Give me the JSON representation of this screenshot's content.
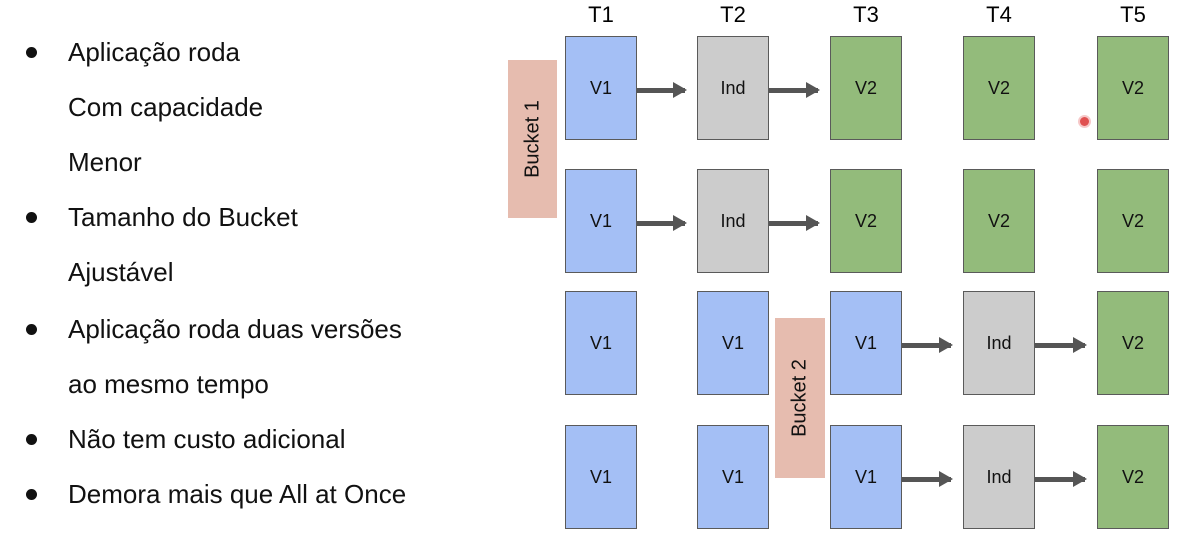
{
  "bullets": {
    "items": [
      "Aplicação roda",
      "Com capacidade",
      "Menor",
      "Tamanho do Bucket",
      "Ajustável",
      "Aplicação roda duas versões",
      "ao mesmo tempo",
      "Não tem custo adicional",
      "Demora mais que All at Once"
    ]
  },
  "diagram": {
    "columns": [
      "T1",
      "T2",
      "T3",
      "T4",
      "T5"
    ],
    "rows": [
      [
        "V1",
        "Ind",
        "V2",
        "V2",
        "V2"
      ],
      [
        "V1",
        "Ind",
        "V2",
        "V2",
        "V2"
      ],
      [
        "V1",
        "V1",
        "V1",
        "Ind",
        "V2"
      ],
      [
        "V1",
        "V1",
        "V1",
        "Ind",
        "V2"
      ]
    ],
    "buckets": [
      "Bucket 1",
      "Bucket 2"
    ],
    "colors": {
      "V1": "#a4bff5",
      "Ind": "#cccccc",
      "V2": "#93bb7b",
      "bucket": "#e6bcaf"
    }
  }
}
